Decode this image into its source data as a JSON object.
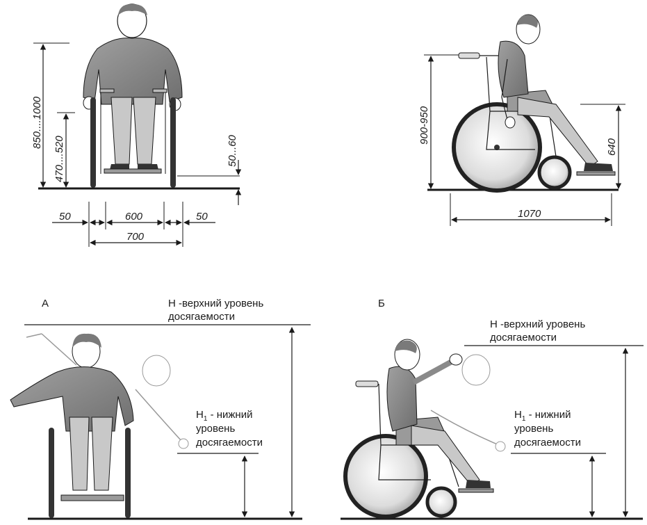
{
  "front_view": {
    "dims": {
      "total_height": "850....1000",
      "seat_height": "470....520",
      "step": "50...60",
      "side_left": "50",
      "seat_width": "600",
      "side_right": "50",
      "overall_width": "700"
    }
  },
  "side_view": {
    "dims": {
      "height": "900-950",
      "knee_height": "640",
      "length": "1070"
    }
  },
  "panel_a": {
    "letter": "А",
    "upper_label_1": "Н -верхний уровень",
    "upper_label_2": "досягаемости",
    "lower_label_1": "Н",
    "lower_label_sub": "1",
    "lower_label_2": " - нижний",
    "lower_label_3": "уровень",
    "lower_label_4": "досягаемости"
  },
  "panel_b": {
    "letter": "Б",
    "upper_label_1": "Н -верхний уровень",
    "upper_label_2": "досягаемости",
    "lower_label_1": "Н",
    "lower_label_sub": "1",
    "lower_label_2": " - нижний",
    "lower_label_3": "уровень",
    "lower_label_4": "досягаемости"
  },
  "colors": {
    "ink": "#1a1a1a",
    "shirt": "#8a8a8a",
    "pants": "#c8c8c8",
    "wheel": "#333333",
    "seat": "#9a9a9a"
  }
}
